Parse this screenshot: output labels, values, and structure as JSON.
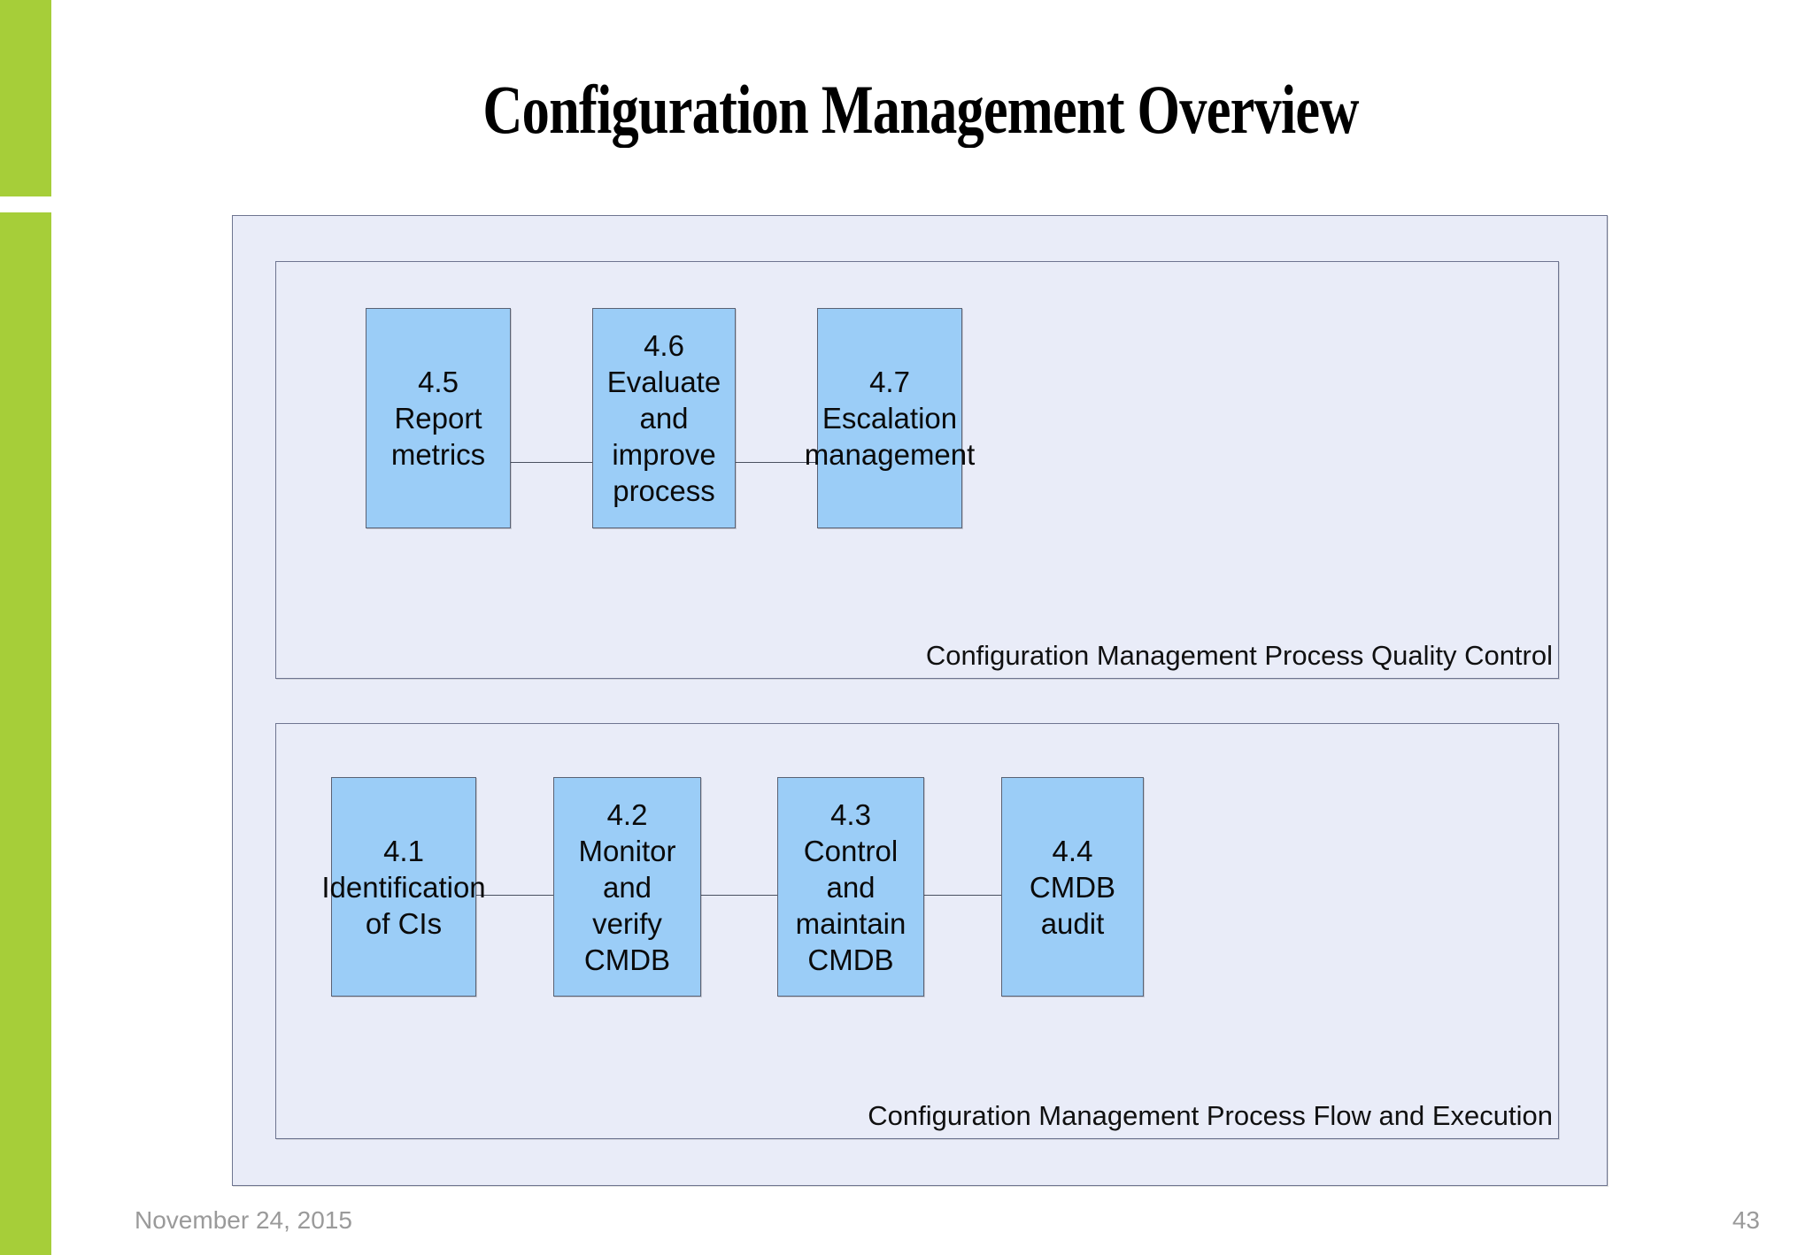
{
  "slide": {
    "title": "Configuration Management Overview",
    "accent_color": "#A6CE39",
    "frame_fill": "#E9ECF8",
    "box_fill": "#9BCDF7",
    "border_color": "#6E7590"
  },
  "groups": [
    {
      "name": "quality-control",
      "caption": "Configuration Management Process Quality Control",
      "boxes": [
        {
          "id": "4.5",
          "number": "4.5",
          "label": "Report\nmetrics",
          "text": "4.5\nReport\nmetrics"
        },
        {
          "id": "4.6",
          "number": "4.6",
          "label": "Evaluate and\nimprove\nprocess",
          "text": "4.6\nEvaluate and\nimprove\nprocess"
        },
        {
          "id": "4.7",
          "number": "4.7",
          "label": "Escalation\nmanagement",
          "text": "4.7\nEscalation\nmanagement"
        }
      ]
    },
    {
      "name": "process-flow",
      "caption": "Configuration Management Process Flow and Execution",
      "boxes": [
        {
          "id": "4.1",
          "number": "4.1",
          "label": "Identification\nof CIs",
          "text": "4.1\nIdentification\nof CIs"
        },
        {
          "id": "4.2",
          "number": "4.2",
          "label": "Monitor and\nverify CMDB",
          "text": "4.2\nMonitor and\nverify CMDB"
        },
        {
          "id": "4.3",
          "number": "4.3",
          "label": "Control and\nmaintain\nCMDB",
          "text": "4.3\nControl and\nmaintain\nCMDB"
        },
        {
          "id": "4.4",
          "number": "4.4",
          "label": "CMDB\naudit",
          "text": "4.4\nCMDB\naudit"
        }
      ]
    }
  ],
  "footer": {
    "date": "November 24, 2015",
    "page_number": "43"
  }
}
